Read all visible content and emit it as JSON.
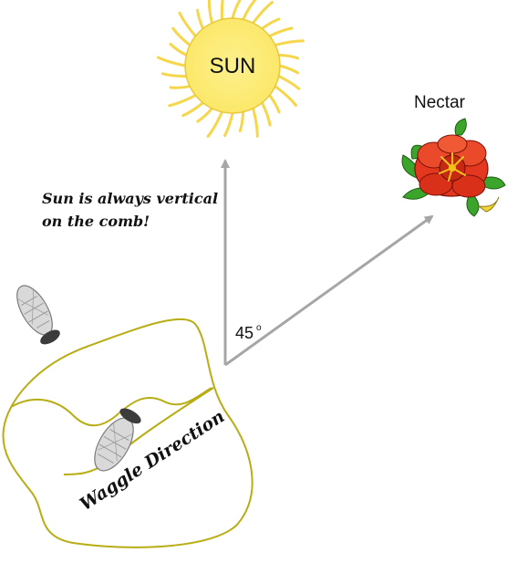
{
  "sun": {
    "label": "SUN"
  },
  "nectar": {
    "label": "Nectar"
  },
  "note": {
    "line1": "Sun is always vertical",
    "line2": "on the comb!"
  },
  "angle": {
    "value": "45",
    "unit": "o"
  },
  "waggle": {
    "label": "Waggle Direction"
  },
  "colors": {
    "sun_fill": "#fbe86a",
    "sun_rays": "#f6d64a",
    "arrow": "#a6a6a6",
    "path": "#b8ad14",
    "flower_red": "#e3371f",
    "leaf_green": "#3aa52a",
    "bee_body": "#d9d9d9",
    "bee_head": "#3c3c3c"
  },
  "icons": [
    "sun-icon",
    "flower-icon",
    "bee-icon"
  ]
}
